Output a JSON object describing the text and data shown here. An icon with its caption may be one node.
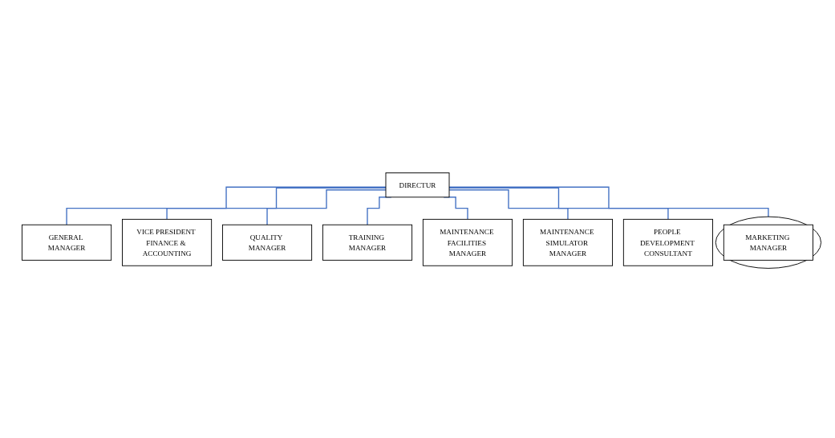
{
  "diagram": {
    "nodes": [
      {
        "text": [
          "DIRECTUR"
        ]
      },
      {
        "text": [
          "GENERAL MANAGER"
        ]
      },
      {
        "text": [
          "VICE PRESIDENT FINANCE & ACCOUNTING"
        ]
      },
      {
        "text": [
          "QUALITY MANAGER"
        ]
      },
      {
        "text": [
          "TRAINING MANAGER"
        ]
      },
      {
        "text": [
          "MAINTENANCE FACILITIES MANAGER"
        ]
      },
      {
        "text": [
          "MAINTENANCE SIMULATOR MANAGER"
        ]
      },
      {
        "text": [
          "PEOPLE DEVELOPMENT CONSULTANT"
        ]
      },
      {
        "text": [
          "MARKETING MANAGER"
        ]
      }
    ],
    "edges": [
      {
        "from": 0,
        "to": 1,
        "arrow": "none",
        "color": "#4472c4"
      },
      {
        "from": 0,
        "to": 2,
        "arrow": "none",
        "color": "#4472c4"
      },
      {
        "from": 0,
        "to": 3,
        "arrow": "none",
        "color": "#4472c4"
      },
      {
        "from": 0,
        "to": 4,
        "arrow": "none",
        "color": "#4472c4"
      },
      {
        "from": 0,
        "to": 5,
        "arrow": "none",
        "color": "#4472c4"
      },
      {
        "from": 0,
        "to": 6,
        "arrow": "none",
        "color": "#4472c4"
      },
      {
        "from": 0,
        "to": 7,
        "arrow": "none",
        "color": "#4472c4"
      },
      {
        "from": 0,
        "to": 8,
        "arrow": "none",
        "color": "#4472c4"
      }
    ]
  }
}
